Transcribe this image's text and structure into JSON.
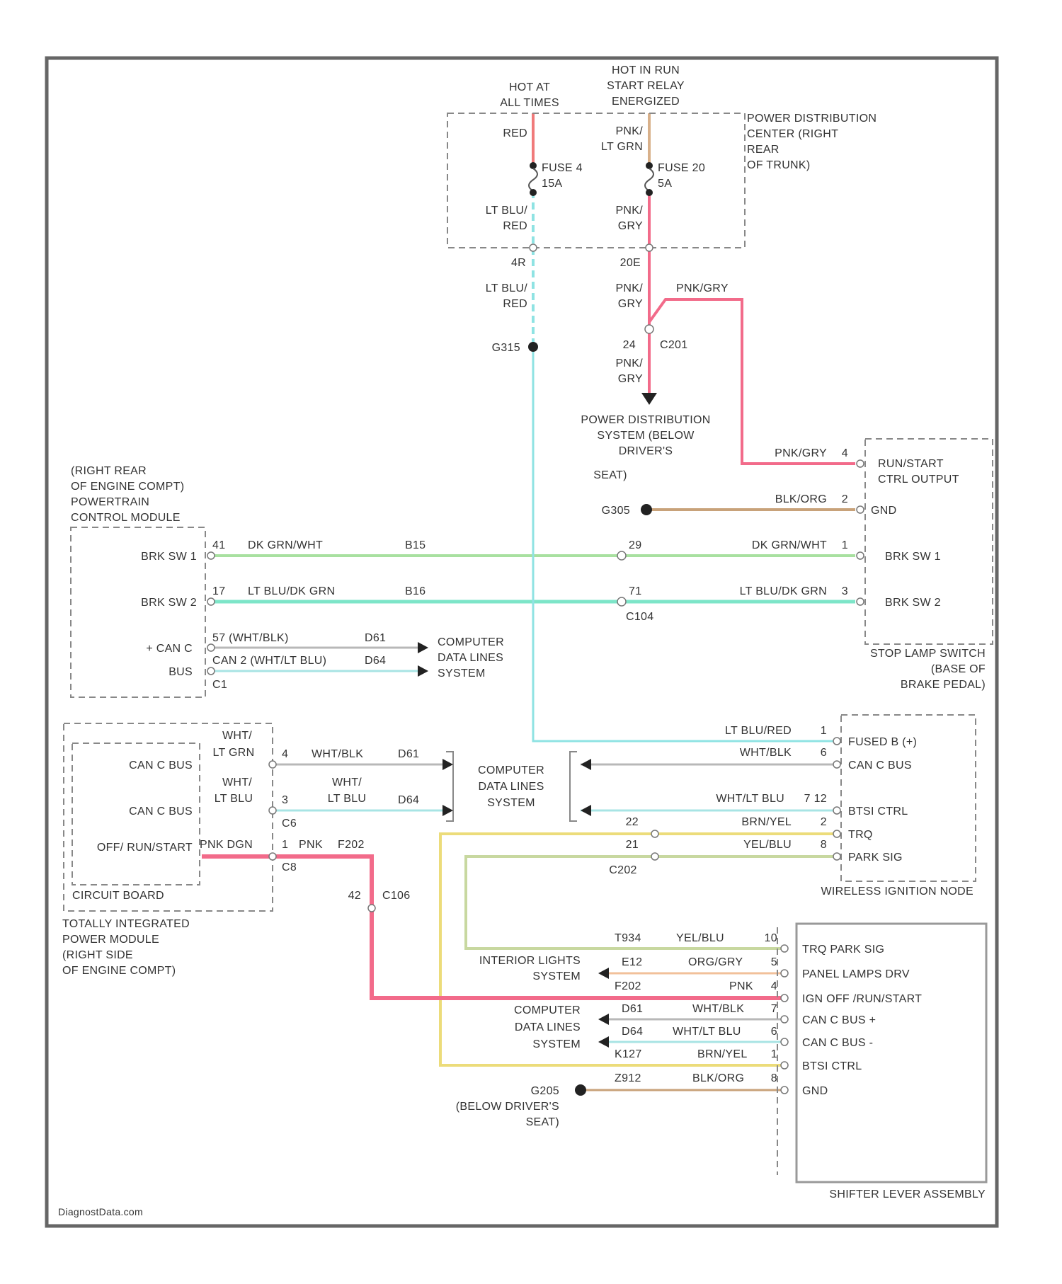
{
  "labels": {
    "hot_at_all_times": [
      "HOT AT",
      "ALL TIMES"
    ],
    "hot_in_run": [
      "HOT IN RUN",
      "START RELAY",
      "ENERGIZED"
    ],
    "pdc_right_rear": [
      "POWER DISTRIBUTION",
      "CENTER (RIGHT",
      "REAR",
      "OF TRUNK)"
    ],
    "fuse_a": [
      "FUSE 4",
      "15A"
    ],
    "fuse_b": [
      "FUSE 20",
      "5A"
    ],
    "pds_below_drivers": [
      "POWER DISTRIBUTION",
      "SYSTEM (BELOW",
      "DRIVER'S",
      "SEAT)"
    ],
    "pcm": [
      "(RIGHT REAR",
      "OF ENGINE COMPT)",
      "POWERTRAIN",
      "CONTROL MODULE"
    ],
    "stop_lamp_switch": [
      "STOP LAMP SWITCH",
      "(BASE OF",
      "BRAKE PEDAL)"
    ],
    "cdl_1": [
      "COMPUTER",
      "DATA LINES",
      "SYSTEM"
    ],
    "cdl_2": [
      "COMPUTER",
      "DATA LINES",
      "SYSTEM"
    ],
    "cdl_3": [
      "COMPUTER",
      "DATA LINES",
      "SYSTEM"
    ],
    "tipm": [
      "TOTALLY INTEGRATED",
      "POWER MODULE",
      "(RIGHT SIDE",
      "OF ENGINE COMPT)"
    ],
    "circuit_board": "CIRCUIT BOARD",
    "wireless_ignition_node": "WIRELESS IGNITION NODE",
    "interior_lights": [
      "INTERIOR LIGHTS",
      "SYSTEM"
    ],
    "below_drivers_seat": [
      "(BELOW DRIVER'S",
      "SEAT)"
    ],
    "shifter_lever_assembly": "SHIFTER LEVER ASSEMBLY",
    "footer": "DiagnostData.com"
  },
  "wires": {
    "red": "RED",
    "pnk_lt_grn": [
      "PNK/",
      "LT GRN"
    ],
    "lt_blu_red_1": [
      "LT BLU/",
      "RED"
    ],
    "pnk_gry_1": [
      "PNK/",
      "GRY"
    ],
    "circuit_4r": "4R",
    "circuit_20e": "20E",
    "lt_blu_red_2": [
      "LT BLU/",
      "RED"
    ],
    "pnk_gry_2": [
      "PNK/",
      "GRY"
    ],
    "pnk_gry_h": "PNK/GRY",
    "g315": "G315",
    "c201_pin": "24",
    "c201": "C201",
    "pnk_gry_3": [
      "PNK/",
      "GRY"
    ],
    "slsw_pnk_gry": "PNK/GRY",
    "slsw_pin_4": "4",
    "g305": "G305",
    "blk_org": "BLK/ORG",
    "slsw_pin_2": "2",
    "pcm_pin_41": "41",
    "dk_grn_wht_1": "DK GRN/WHT",
    "b15": "B15",
    "c_pin_29": "29",
    "dk_grn_wht_2": "DK GRN/WHT",
    "slsw_pin_1": "1",
    "pcm_pin_17": "17",
    "lt_blu_dk_grn_1": "LT BLU/DK GRN",
    "b16": "B16",
    "c_pin_71": "71",
    "lt_blu_dk_grn_2": "LT BLU/DK GRN",
    "slsw_pin_3": "3",
    "c104": "C104",
    "pcm_can_wire_1": "57 (WHT/BLK)",
    "d61": "D61",
    "pcm_can_wire_2": "CAN 2 (WHT/LT BLU)",
    "d64": "D64",
    "pcm_pin_c1": "C1",
    "lt_blu_red_h": "LT BLU/RED",
    "win_pin_1": "1",
    "wht_blk_1": "WHT/BLK",
    "win_pin_6": "6",
    "wht_lt_blu_win": "WHT/LT BLU",
    "win_pin_7_12": "7 12",
    "brn_yel": "BRN/YEL",
    "win_pin_2": "2",
    "c_pin_22": "22",
    "yel_blu": "YEL/BLU",
    "win_pin_8": "8",
    "c_pin_21": "21",
    "c202": "C202",
    "tipm_wht_lt_grn": [
      "WHT/",
      "LT GRN"
    ],
    "tipm_pin_4": "4",
    "wht_blk_2": "WHT/BLK",
    "d61_2": "D61",
    "tipm_wht_lt_blu": [
      "WHT/",
      "LT BLU"
    ],
    "tipm_pin_3": "3",
    "wht_lt_blu_2": [
      "WHT/",
      "LT BLU"
    ],
    "d64_2": "D64",
    "c6": "C6",
    "pnk_dgn": "PNK DGN",
    "tipm_pin_1": "1",
    "pnk": "PNK",
    "f202": "F202",
    "c8": "C8",
    "c106_pin": "42",
    "c106": "C106",
    "t934": "T934",
    "yel_blu_2": "YEL/BLU",
    "sla_pin_10": "10",
    "e12": "E12",
    "org_gry": "ORG/GRY",
    "sla_pin_5": "5",
    "f202_2": "F202",
    "pnk_2": "PNK",
    "sla_pin_4": "4",
    "d61_3": "D61",
    "wht_blk_3": "WHT/BLK",
    "sla_pin_7": "7",
    "d64_3": "D64",
    "wht_lt_blu_3": "WHT/LT BLU",
    "sla_pin_6": "6",
    "k127": "K127",
    "brn_yel_2": "BRN/YEL",
    "sla_pin_1": "1",
    "z912": "Z912",
    "blk_org_2": "BLK/ORG",
    "sla_pin_8": "8",
    "g205": "G205"
  },
  "pins": {
    "pdc_fuse_a": "FUSE 4",
    "run_start_ctrl_output": [
      "RUN/START",
      "CTRL OUTPUT"
    ],
    "gnd_1": "GND",
    "brk_sw_1": "BRK SW 1",
    "brk_sw_2": "BRK SW 2",
    "pcm_brk_sw_1": "BRK SW 1",
    "pcm_brk_sw_2": "BRK SW 2",
    "pcm_can_c": "+ CAN C",
    "pcm_bus": "BUS",
    "tipm_can_c_bus_1": "CAN C BUS",
    "tipm_can_c_bus_2": "CAN C BUS",
    "tipm_off_run_start": "OFF/ RUN/START",
    "win_fused_b": "FUSED B (+)",
    "win_can_c_bus": "CAN C BUS",
    "win_btsi_ctrl": "BTSI CTRL",
    "win_trq": "TRQ",
    "win_park_sig": "PARK SIG",
    "sla_trq_park_sig": "TRQ PARK SIG",
    "sla_panel_lamps_drv": "PANEL LAMPS DRV",
    "sla_ign_off_run_start": "IGN OFF /RUN/START",
    "sla_can_c_plus": "CAN C BUS +",
    "sla_can_c_minus": "CAN C BUS -",
    "sla_btsi_ctrl": "BTSI CTRL",
    "sla_gnd": "GND"
  },
  "colors": {
    "red": "#f07a7a",
    "pink": "#f26b8a",
    "tan": "#d8b08a",
    "cyan": "#8fe3e3",
    "green": "#a8e0a0",
    "teal": "#7de5c8",
    "gray": "#b8b8b8",
    "yellow": "#ecdc7a",
    "olive": "#c8d8a0",
    "orange": "#f2c09a",
    "brown_org": "#c8a27a"
  }
}
